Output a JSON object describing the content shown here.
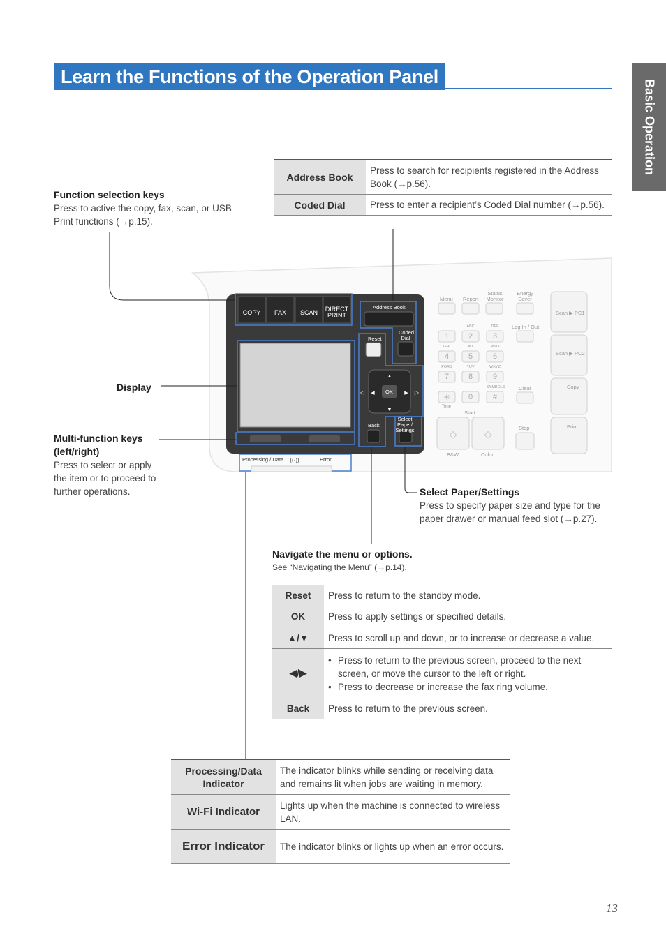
{
  "page_title": "Learn the Functions of the Operation Panel",
  "side_tab": "Basic Operation",
  "page_number": "13",
  "callouts": {
    "function_keys": {
      "head": "Function selection keys",
      "body": "Press to active the copy, fax, scan, or USB Print functions (→p.15)."
    },
    "display": {
      "head": "Display"
    },
    "multi_function": {
      "head": "Multi-function keys (left/right)",
      "body": "Press to select or apply the item or to proceed to further operations."
    },
    "select_paper": {
      "head": "Select Paper/Settings",
      "body": "Press to specify paper size and type for the paper drawer or manual feed slot (→p.27)."
    },
    "navigate": {
      "head": "Navigate the menu or options.",
      "body": "See “Navigating the Menu” (→p.14)."
    }
  },
  "table_address": [
    {
      "key": "Address Book",
      "value": "Press to search for recipients registered in the Address Book (→p.56)."
    },
    {
      "key": "Coded Dial",
      "value": "Press to enter a recipient’s Coded Dial number (→p.56)."
    }
  ],
  "table_nav": [
    {
      "key": "Reset",
      "value": "Press to return to the standby mode."
    },
    {
      "key": "OK",
      "value": "Press to apply settings or specified details."
    },
    {
      "key": "▲/▼",
      "value": "Press to scroll up and down, or to increase or decrease a value."
    },
    {
      "key": "◀/▶",
      "bullets": [
        "Press to return to the previous screen, proceed to the next screen, or move the cursor to the left or right.",
        "Press to decrease or increase the fax ring volume."
      ]
    },
    {
      "key": "Back",
      "value": "Press to return to the previous screen."
    }
  ],
  "table_indicators": [
    {
      "key": "Processing/Data Indicator",
      "value": "The indicator blinks while sending or receiving data and remains lit when jobs are waiting in memory."
    },
    {
      "key": "Wi-Fi Indicator",
      "value": "Lights up when the machine is connected to wireless LAN."
    },
    {
      "key": "Error Indicator",
      "value": "The indicator blinks or lights up when an error occurs."
    }
  ],
  "panel": {
    "function_keys": [
      "COPY",
      "FAX",
      "SCAN",
      "DIRECT PRINT"
    ],
    "address_book": "Address Book",
    "coded_dial": "Coded Dial",
    "reset": "Reset",
    "ok": "OK",
    "back": "Back",
    "select_paper": "Select Paper/ Settings",
    "processing": "Processing / Data",
    "error": "Error",
    "top_keys": [
      "Menu",
      "Report",
      "Status Monitor",
      "Energy Saver"
    ],
    "keypad": [
      "1",
      "2",
      "3",
      "4",
      "5",
      "6",
      "7",
      "8",
      "9",
      "✳",
      "0",
      "#"
    ],
    "keypad_letters": [
      "ABC",
      "DEF",
      "GHI",
      "JKL",
      "MNO",
      "PQRS",
      "TUV",
      "WXYZ",
      "SYMBOLS"
    ],
    "login": "Log In / Out",
    "clear": "Clear",
    "tone": "Tone",
    "start": "Start",
    "stop": "Stop",
    "bw": "B&W",
    "color": "Color",
    "right_keys": [
      "Scan ▶ PC1",
      "Scan ▶ PC2",
      "Copy",
      "Print"
    ]
  },
  "colors": {
    "accent": "#2f77c0",
    "side_tab": "#6a6a6a",
    "key_cell": "#e2e2e2",
    "panel_dark": "#3a3a3a",
    "highlight": "#4a7fd0"
  }
}
